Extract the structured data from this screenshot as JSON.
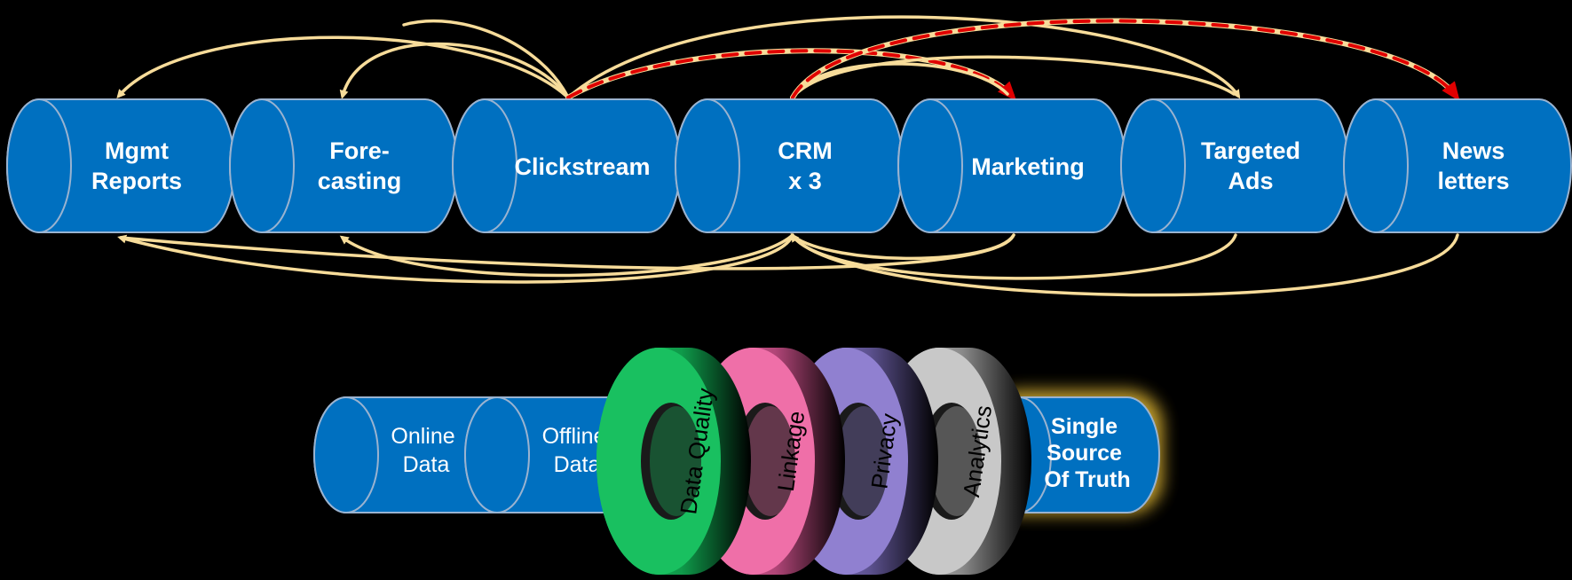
{
  "colors": {
    "background": "#000000",
    "cylinder_fill": "#0070c0",
    "cylinder_stroke": "#9ab3d0",
    "arrow_cream": "#f7dc9a",
    "arrow_red": "#e00000",
    "ring_green": "#19c060",
    "ring_pink": "#ef6fa8",
    "ring_purple": "#9080d0",
    "ring_gray": "#c8c8c8",
    "glow": "#d8b030"
  },
  "systems": [
    {
      "id": "mgmt",
      "lines": [
        "Mgmt",
        "Reports"
      ]
    },
    {
      "id": "forecasting",
      "lines": [
        "Fore-",
        "casting"
      ]
    },
    {
      "id": "clickstream",
      "lines": [
        "Clickstream"
      ]
    },
    {
      "id": "crm",
      "lines": [
        "CRM",
        "x 3"
      ]
    },
    {
      "id": "marketing",
      "lines": [
        "Marketing"
      ]
    },
    {
      "id": "targeted",
      "lines": [
        "Targeted",
        "Ads"
      ]
    },
    {
      "id": "news",
      "lines": [
        "News",
        "letters"
      ]
    }
  ],
  "sources": [
    {
      "id": "online",
      "lines": [
        "Online",
        "Data"
      ]
    },
    {
      "id": "offline",
      "lines": [
        "Offline",
        "Data"
      ]
    }
  ],
  "rings": [
    {
      "id": "data-quality",
      "label": "Data Quality"
    },
    {
      "id": "linkage",
      "label": "Linkage"
    },
    {
      "id": "privacy",
      "label": "Privacy"
    },
    {
      "id": "analytics",
      "label": "Analytics"
    }
  ],
  "truth": {
    "lines": [
      "Single",
      "Source",
      "Of Truth"
    ]
  }
}
